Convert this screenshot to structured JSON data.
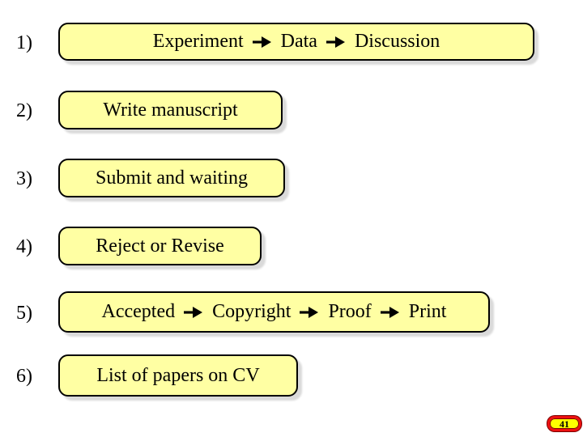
{
  "slide": {
    "background": "#ffffff",
    "page_number": "41"
  },
  "colors": {
    "box_fill": "#ffffa3",
    "box_border": "#000000",
    "box_shadow": "#dadada",
    "text": "#000000",
    "badge_fill": "#ffff00",
    "badge_border": "#ee1111",
    "badge_text": "#000000"
  },
  "items": [
    {
      "number": "1)",
      "segments": [
        "Experiment",
        "Data",
        "Discussion"
      ]
    },
    {
      "number": "2)",
      "segments": [
        "Write manuscript"
      ]
    },
    {
      "number": "3)",
      "segments": [
        "Submit and waiting"
      ]
    },
    {
      "number": "4)",
      "segments": [
        "Reject or Revise"
      ]
    },
    {
      "number": "5)",
      "segments": [
        "Accepted",
        "Copyright",
        "Proof",
        "Print"
      ]
    },
    {
      "number": "6)",
      "segments": [
        "List of papers on CV"
      ]
    }
  ],
  "icons": {
    "arrow": "arrow-right-icon"
  }
}
